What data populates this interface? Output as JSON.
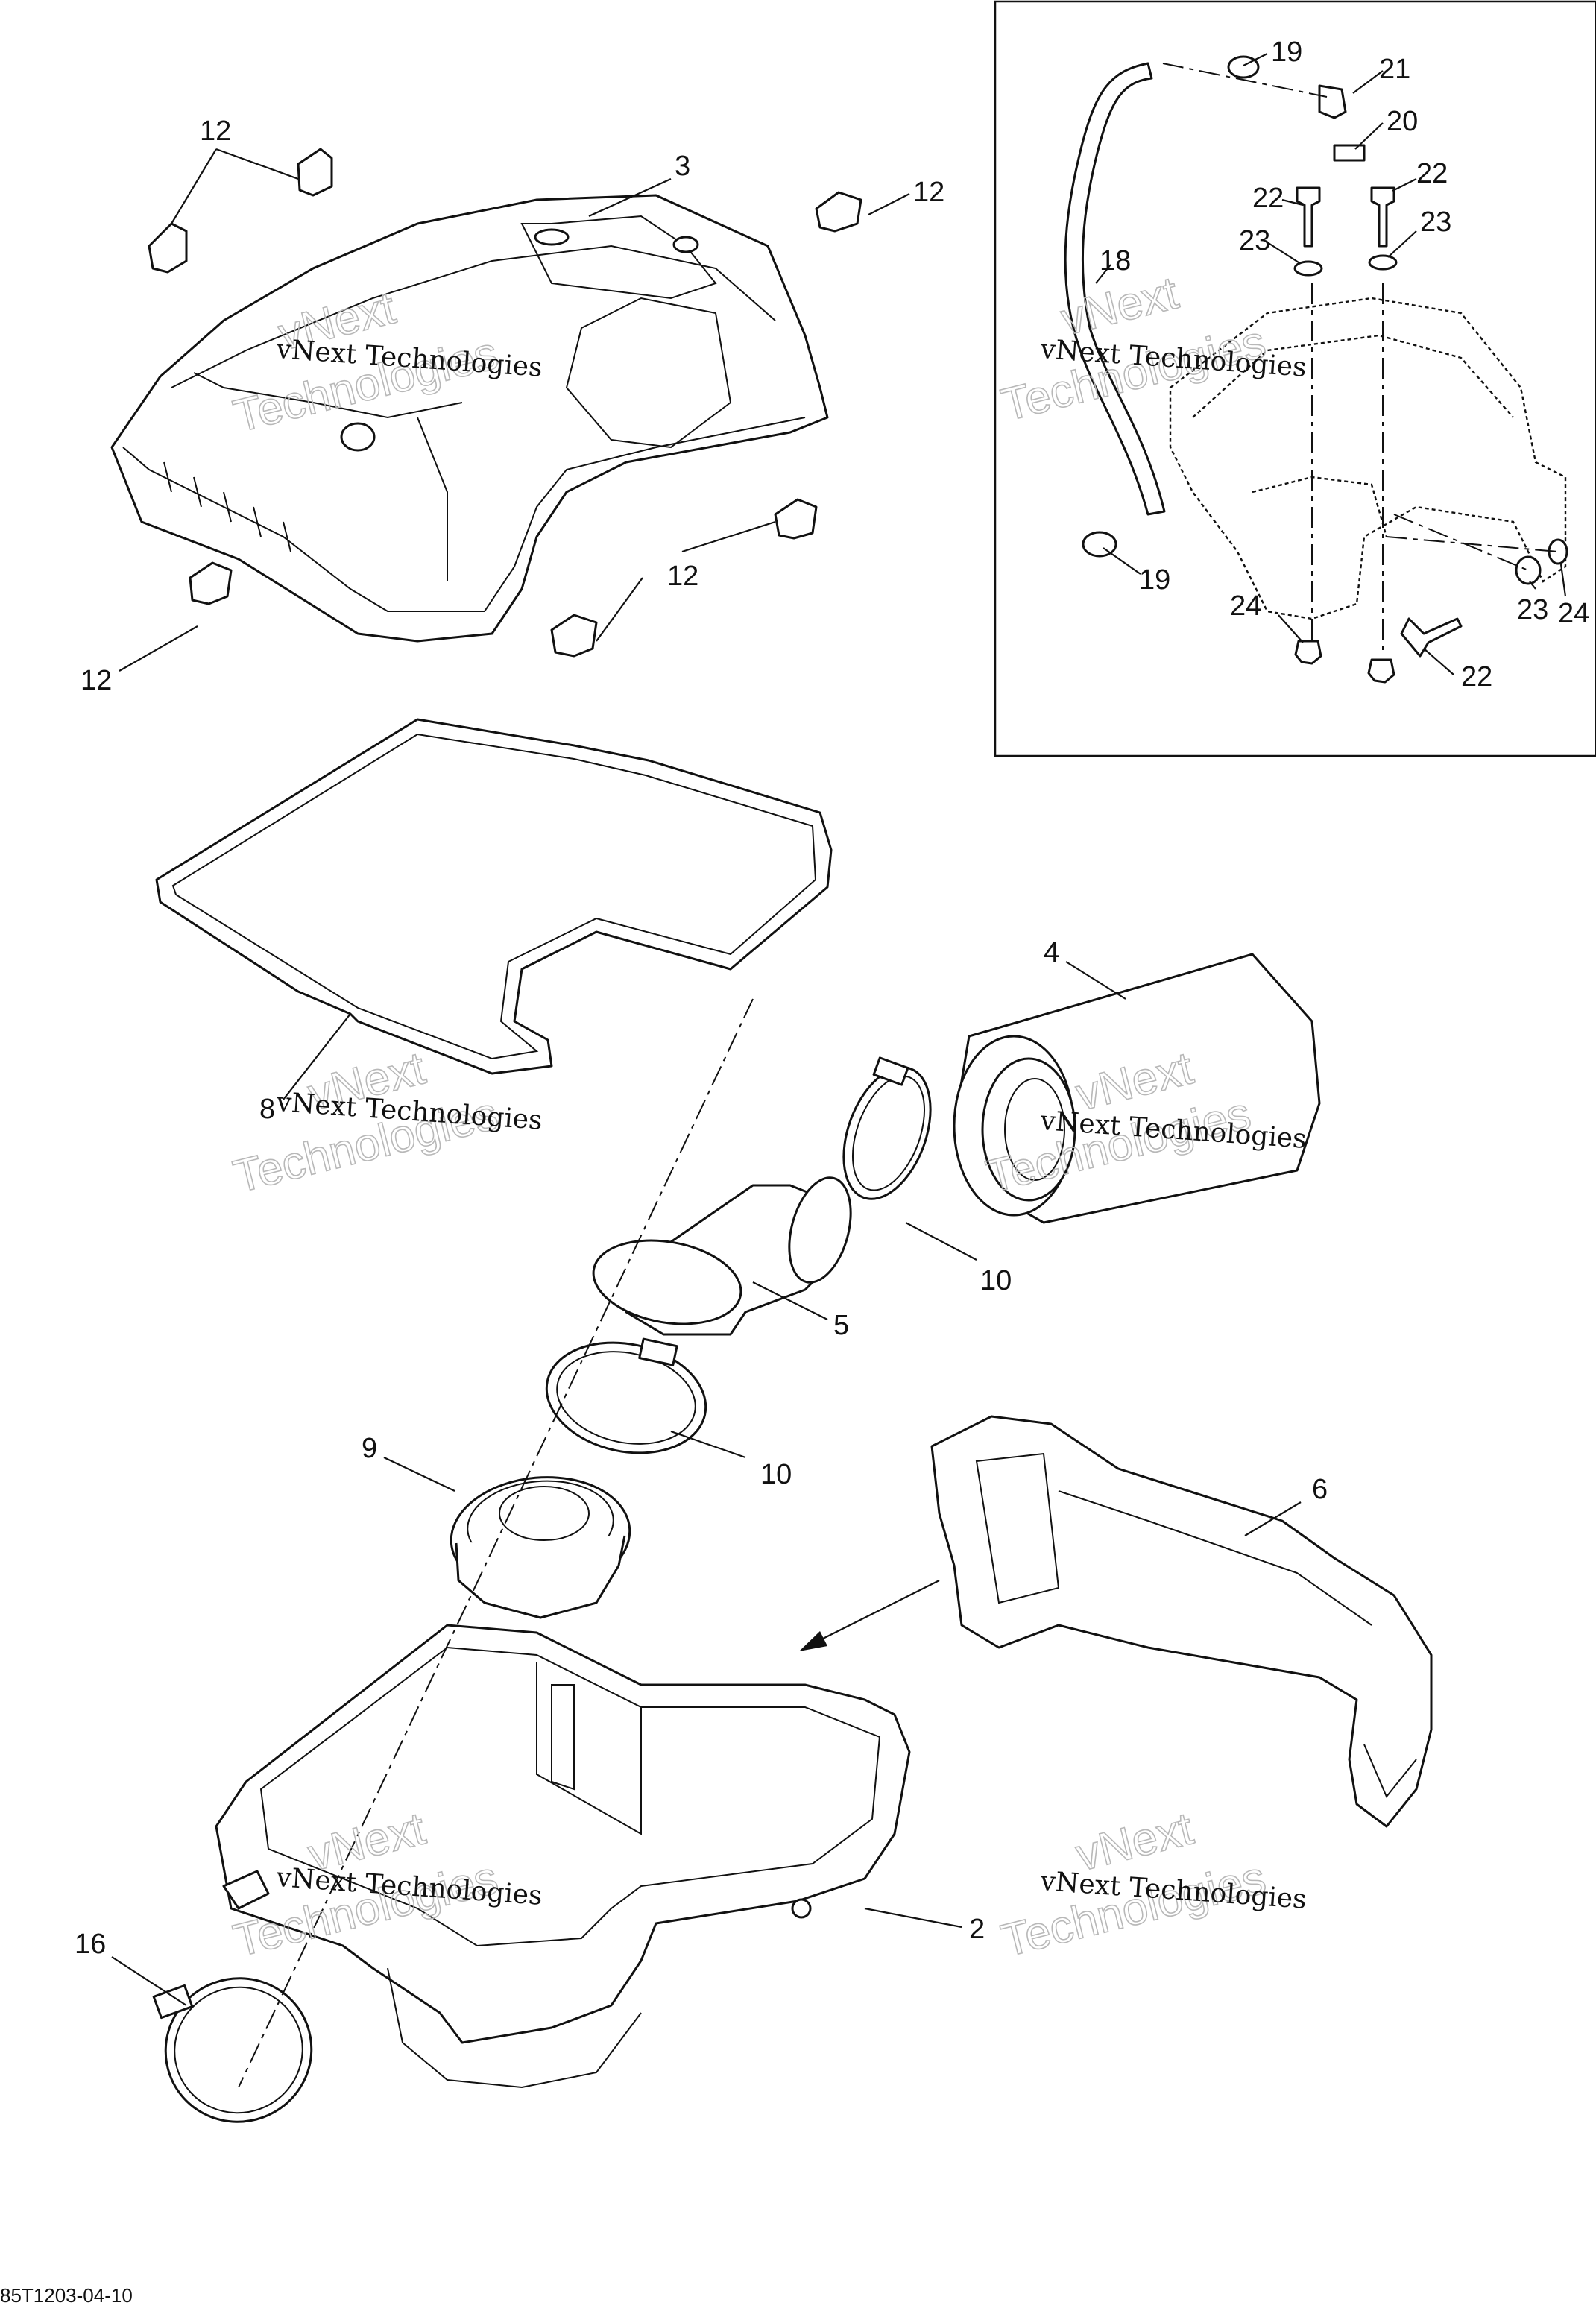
{
  "diagram": {
    "callouts": {
      "c1": "12",
      "c2": "3",
      "c3": "12",
      "c4": "12",
      "c5": "12",
      "c6": "8",
      "c7": "4",
      "c8": "10",
      "c9": "5",
      "c10": "10",
      "c11": "9",
      "c12": "6",
      "c13": "2",
      "c14": "16",
      "c15": "19",
      "c16": "21",
      "c17": "20",
      "c18": "22",
      "c19": "22",
      "c20": "23",
      "c21": "23",
      "c22": "18",
      "c23": "19",
      "c24": "24",
      "c25": "23",
      "c26": "24",
      "c27": "22"
    },
    "watermark_line1": "vNext Technologies",
    "watermark_line2": "Technologies",
    "watermark_line3": "vNext",
    "drawing_code": "85T1203-04-10"
  }
}
